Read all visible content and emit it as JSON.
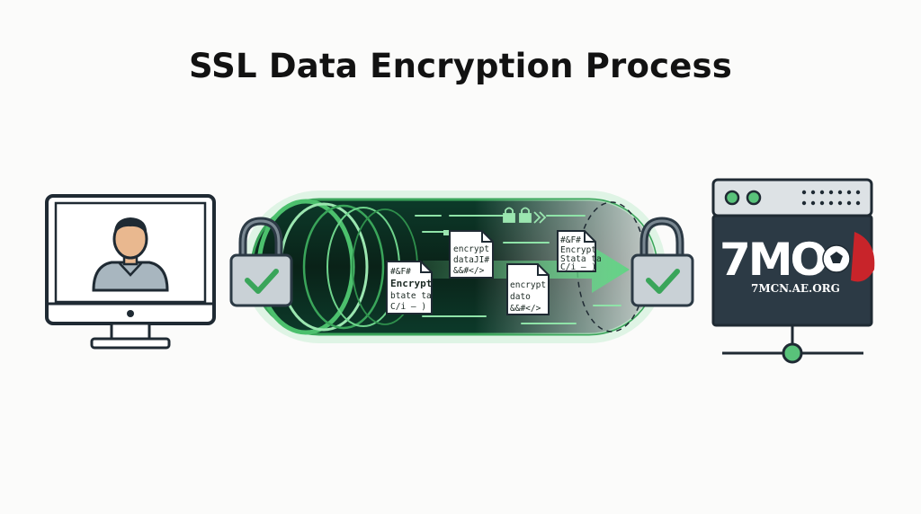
{
  "title": "SSL Data Encryption Process",
  "docs": [
    {
      "lines": [
        "#&F#",
        "Encrypt",
        "btate ta",
        "C/i — )"
      ]
    },
    {
      "lines": [
        "encrypt",
        "dataJI#",
        "&&#</>"
      ]
    },
    {
      "lines": [
        "encrypt",
        "dato",
        "&&#</>"
      ]
    },
    {
      "lines": [
        "#&F#",
        "Encrypt",
        "Stata ta",
        "C/i — )"
      ]
    }
  ],
  "server": {
    "logo": "7MO",
    "site": "7MCN.AE.ORG"
  },
  "colors": {
    "accent": "#3aa55a",
    "dark": "#2c3a45",
    "outline": "#1f2a33",
    "tunnel": "#0c2a21"
  },
  "icons": [
    "user-icon",
    "padlock-icon",
    "check-icon",
    "server-icon",
    "network-icon",
    "soccer-ball-icon"
  ]
}
